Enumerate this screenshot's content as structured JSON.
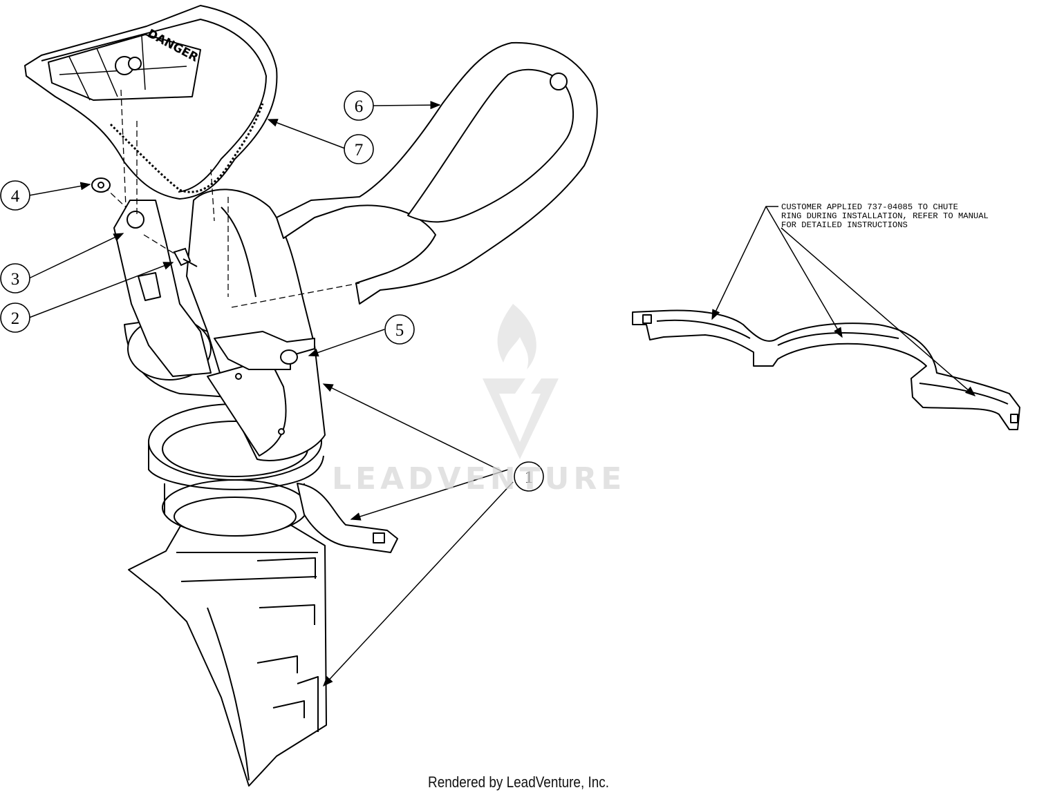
{
  "callouts": [
    {
      "label": "1"
    },
    {
      "label": "2"
    },
    {
      "label": "3"
    },
    {
      "label": "4"
    },
    {
      "label": "5"
    },
    {
      "label": "6"
    },
    {
      "label": "7"
    }
  ],
  "decal": {
    "warning_text": "DANGER"
  },
  "note": {
    "lines": [
      "CUSTOMER APPLIED 737-04085 TO CHUTE",
      "RING DURING INSTALLATION, REFER TO MANUAL",
      "FOR DETAILED INSTRUCTIONS"
    ]
  },
  "watermark": {
    "text": "LEADVENTURE"
  },
  "footer": {
    "text": "Rendered by LeadVenture, Inc."
  }
}
